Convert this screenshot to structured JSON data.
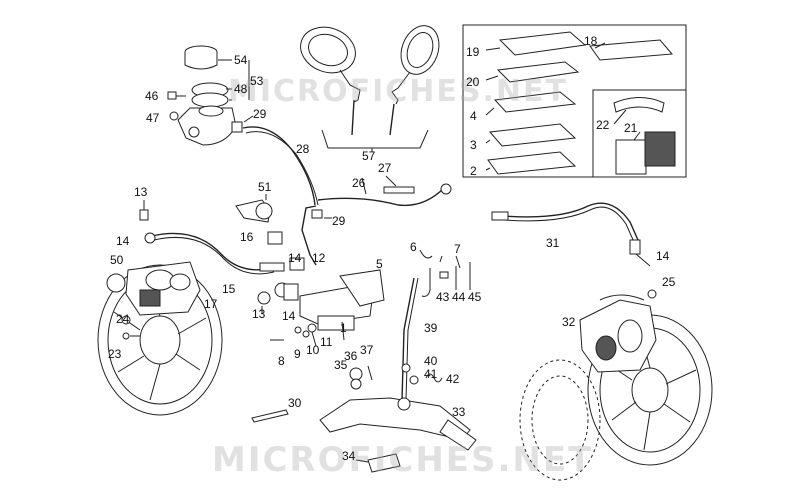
{
  "watermark": {
    "text": "MICROFICHES.NET"
  },
  "labels": {
    "l1": "1",
    "l2": "2",
    "l3": "3",
    "l4": "4",
    "l5": "5",
    "l6": "6",
    "l7": "7",
    "l8": "8",
    "l9": "9",
    "l10": "10",
    "l11": "11",
    "l12": "12",
    "l13a": "13",
    "l13b": "13",
    "l14a": "14",
    "l14b": "14",
    "l14c": "14",
    "l15": "15",
    "l16": "16",
    "l17": "17",
    "l18": "18",
    "l19": "19",
    "l20": "20",
    "l21": "21",
    "l22": "22",
    "l23": "23",
    "l24": "24",
    "l25": "25",
    "l26": "26",
    "l27": "27",
    "l28": "28",
    "l29a": "29",
    "l29b": "29",
    "l30": "30",
    "l31": "31",
    "l32": "32",
    "l33": "33",
    "l34": "34",
    "l35": "35",
    "l36": "36",
    "l37": "37",
    "l39": "39",
    "l40": "40",
    "l41": "41",
    "l42": "42",
    "l43": "43",
    "l44": "44",
    "l45": "45",
    "l46": "46",
    "l47": "47",
    "l48": "48",
    "l50": "50",
    "l51": "51",
    "l53": "53",
    "l54": "54",
    "l57": "57"
  }
}
